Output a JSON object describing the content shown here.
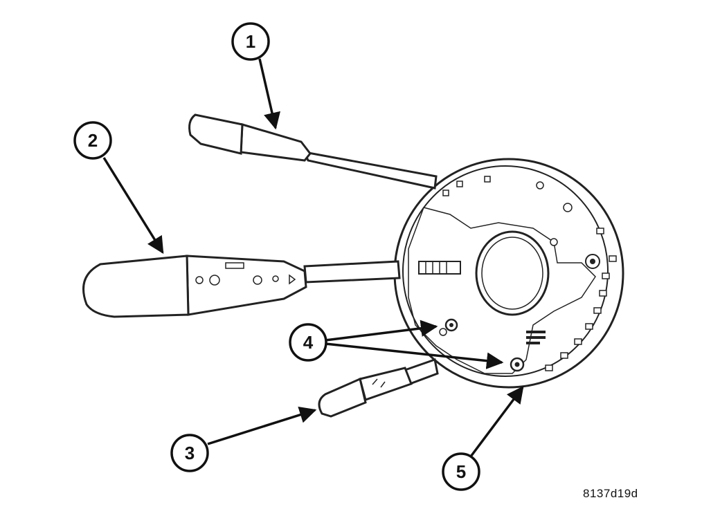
{
  "figure": {
    "callouts": [
      {
        "label": "1"
      },
      {
        "label": "2"
      },
      {
        "label": "3"
      },
      {
        "label": "4"
      },
      {
        "label": "5"
      }
    ],
    "figure_id": "8137d19d"
  }
}
